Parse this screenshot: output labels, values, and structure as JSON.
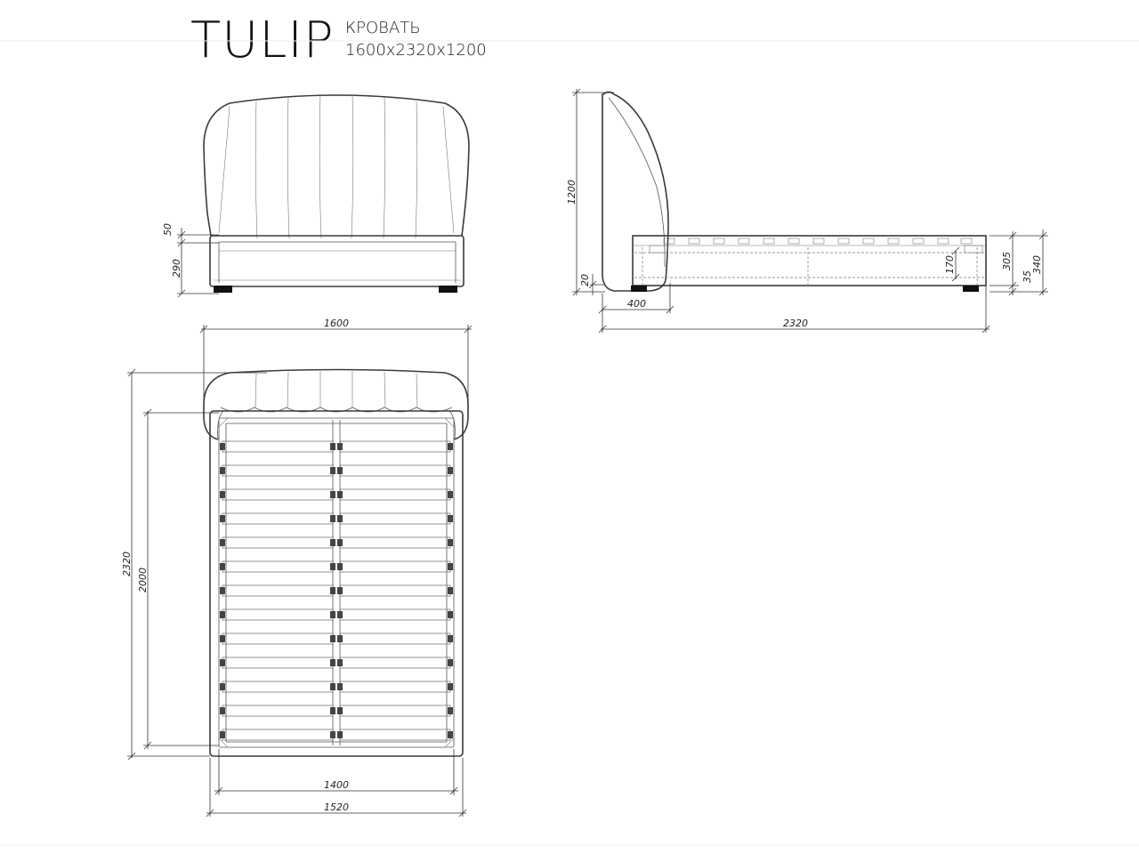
{
  "header": {
    "title": "TULIP",
    "subtitle_line1": "КРОВАТЬ",
    "subtitle_line2": "1600x2320x1200"
  },
  "front_view": {
    "dims": {
      "top_gap": "50",
      "base_height": "290"
    }
  },
  "side_view": {
    "dims": {
      "height": "1200",
      "leg": "20",
      "head_depth": "400",
      "length": "2320",
      "frame": "170",
      "side_height": "305",
      "total_side": "340",
      "leg_side": "35"
    }
  },
  "top_view": {
    "dims": {
      "width": "1600",
      "length_outer": "2320",
      "length_inner": "2000",
      "mattress_width": "1400",
      "frame_width": "1520"
    }
  }
}
